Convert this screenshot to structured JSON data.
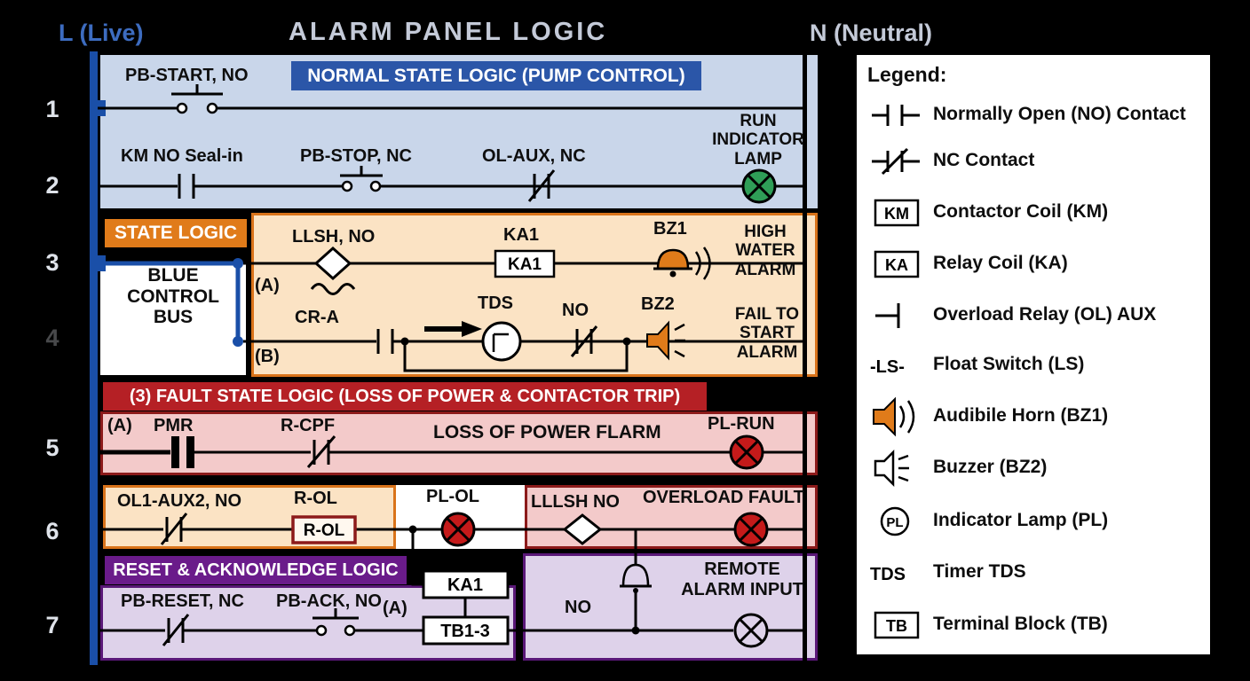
{
  "title": "ALARM PANEL LOGIC",
  "rails": {
    "live": "L (Live)",
    "neutral": "N (Neutral)"
  },
  "rungs": [
    "1",
    "2",
    "3",
    "4",
    "5",
    "6",
    "7"
  ],
  "normal": {
    "header": "NORMAL STATE LOGIC (PUMP CONTROL)",
    "pb_start": "PB-START, NO",
    "km_seal_in": "KM NO Seal-in",
    "pb_stop": "PB-STOP, NC",
    "ol_aux": "OL-AUX, NC",
    "run_lamp": "RUN\nINDICATOR\nLAMP"
  },
  "alarm": {
    "header": "STATE LOGIC",
    "bus": "BLUE\nCONTROL\nBUS",
    "branch_a": "(A)",
    "branch_b": "(B)",
    "llsh": "LLSH, NO",
    "ka1": "KA1",
    "ka1_coil": "KA1",
    "bz1": "BZ1",
    "high_water": "HIGH\nWATER\nALARM",
    "cr_a": "CR-A",
    "tds": "TDS",
    "no": "NO",
    "bz2": "BZ2",
    "fail_to_start": "FAIL TO\nSTART\nALARM"
  },
  "fault": {
    "header": "(3) FAULT STATE LOGIC (LOSS OF POWER & CONTACTOR TRIP)",
    "branch_a": "(A)",
    "pmr": "PMR",
    "r_cpf": "R-CPF",
    "loss_of_power": "LOSS OF POWER FLARM",
    "pl_run": "PL-RUN",
    "ol1_aux2": "OL1-AUX2, NO",
    "r_ol": "R-OL",
    "r_ol_coil": "R-OL",
    "pl_ol": "PL-OL",
    "lllsh": "LLLSH NO",
    "overload": "OVERLOAD FAULT"
  },
  "reset": {
    "header": "RESET & ACKNOWLEDGE LOGIC",
    "ka1_box": "KA1",
    "remote": "REMOTE\nALARM INPUT",
    "pb_reset": "PB-RESET, NC",
    "pb_ack": "PB-ACK, NO",
    "branch_a": "(A)",
    "tb": "TB1-3",
    "no": "NO"
  },
  "legend": {
    "title": "Legend:",
    "items": [
      {
        "icon": "no-contact-icon",
        "label": "Normally Open (NO) Contact"
      },
      {
        "icon": "nc-contact-icon",
        "label": "NC Contact"
      },
      {
        "icon": "contactor-coil-icon",
        "symbol": "KM",
        "label": "Contactor Coil (KM)"
      },
      {
        "icon": "relay-coil-icon",
        "symbol": "KA",
        "label": "Relay Coil (KA)"
      },
      {
        "icon": "overload-aux-icon",
        "label": "Overload Relay (OL) AUX"
      },
      {
        "icon": "float-switch-icon",
        "symbol": "-LS-",
        "label": "Float Switch (LS)"
      },
      {
        "icon": "horn-icon",
        "label": "Audibile Horn (BZ1)"
      },
      {
        "icon": "buzzer-icon",
        "label": "Buzzer (BZ2)"
      },
      {
        "icon": "indicator-lamp-icon",
        "symbol": "PL",
        "label": "Indicator Lamp (PL)"
      },
      {
        "icon": "timer-icon",
        "symbol": "TDS",
        "label": "Timer TDS"
      },
      {
        "icon": "terminal-block-icon",
        "symbol": "TB",
        "label": "Terminal Block (TB)"
      }
    ]
  },
  "colors": {
    "background": "#000000",
    "normal_region": "#c9d6ea",
    "normal_badge": "#2b56a8",
    "alarm_region": "#fbe3c4",
    "alarm_badge": "#e07b1a",
    "fault_region": "#f3caca",
    "fault_badge": "#b52025",
    "fault_border": "#8c1a1a",
    "reset_region": "#ded2ea",
    "reset_badge": "#6a1b8a",
    "bus_blue": "#1a4fa8",
    "lamp_green": "#2f9e57",
    "lamp_red": "#c41a1a",
    "horn_orange": "#e07b1a"
  }
}
